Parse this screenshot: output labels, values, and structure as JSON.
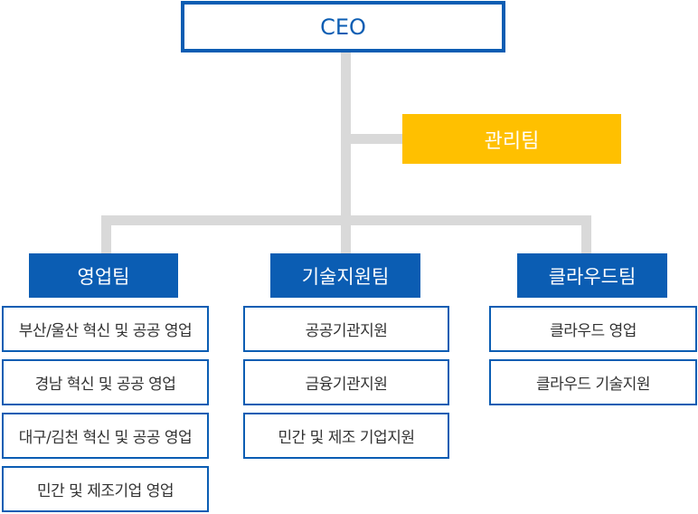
{
  "ceo": {
    "label": "CEO"
  },
  "management": {
    "label": "관리팀"
  },
  "teams": [
    {
      "label": "영업팀",
      "sub": [
        "부산/울산 혁신 및 공공 영업",
        "경남 혁신 및 공공 영업",
        "대구/김천 혁신 및 공공 영업",
        "민간 및 제조기업 영업"
      ]
    },
    {
      "label": "기술지원팀",
      "sub": [
        "공공기관지원",
        "금융기관지원",
        "민간 및 제조 기업지원"
      ]
    },
    {
      "label": "클라우드팀",
      "sub": [
        "클라우드 영업",
        "클라우드 기술지원"
      ]
    }
  ],
  "colors": {
    "primary": "#0b5db3",
    "accent": "#ffc000",
    "connector": "#d9d9d9"
  }
}
